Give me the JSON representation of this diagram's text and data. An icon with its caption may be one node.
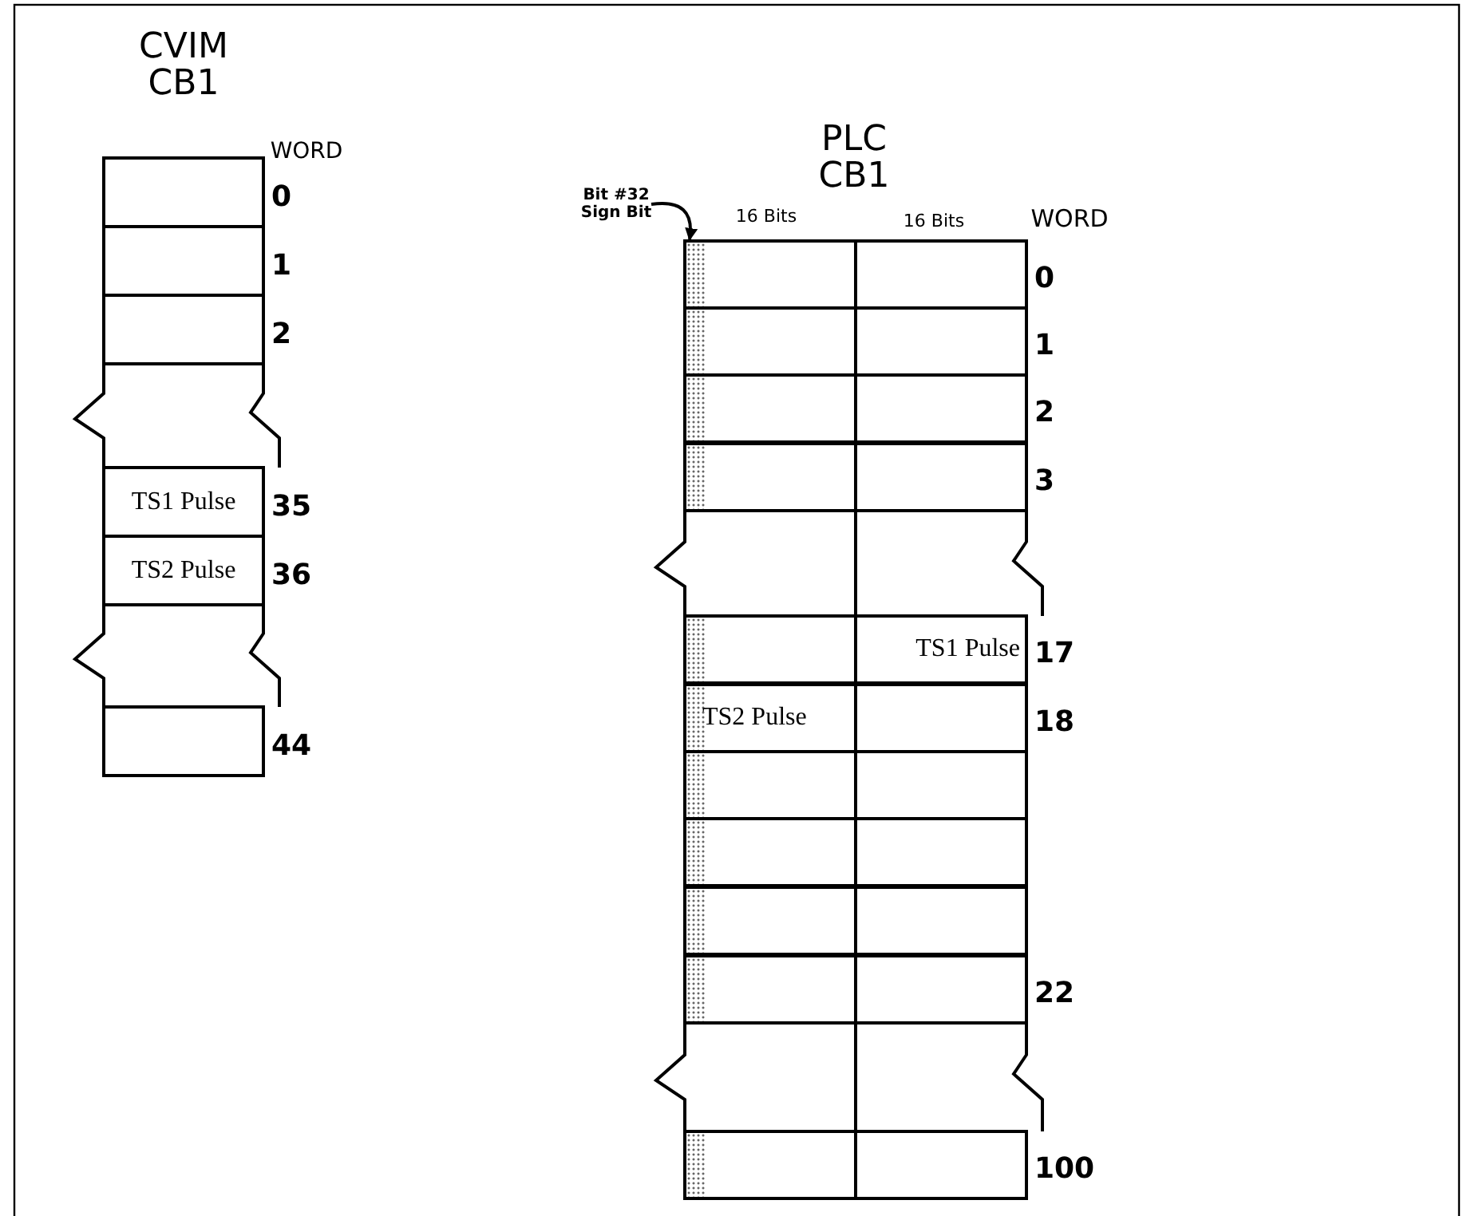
{
  "diagram": {
    "nodes": [
      {
        "text": [],
        "shape": "box",
        "beside": [
          "0"
        ]
      },
      {
        "text": [],
        "shape": "box",
        "beside": [
          "1"
        ]
      },
      {
        "text": [],
        "shape": "box",
        "beside": [
          "2"
        ]
      },
      {
        "text": [
          "TS1 Pulse"
        ],
        "beside": [
          "35"
        ]
      },
      {
        "text": [
          "TS2 Pulse"
        ],
        "beside": [
          "36"
        ]
      },
      {
        "text": [],
        "shape": "box",
        "beside": [
          "44"
        ]
      },
      {
        "text": [
          "Bit #32 Sign Bit"
        ]
      },
      {
        "text": [],
        "shape": "box"
      },
      {
        "text": [],
        "shape": "box",
        "beside": [
          "0"
        ]
      },
      {
        "text": [],
        "shape": "box"
      },
      {
        "text": [],
        "shape": "box",
        "beside": [
          "1"
        ]
      },
      {
        "text": [],
        "shape": "box"
      },
      {
        "text": [],
        "shape": "box",
        "beside": [
          "2"
        ]
      },
      {
        "text": [],
        "shape": "box"
      },
      {
        "text": [],
        "shape": "box",
        "beside": [
          "3"
        ]
      },
      {
        "text": [],
        "shape": "box"
      },
      {
        "text": [
          "TS1 Pulse"
        ],
        "beside": [
          "17"
        ]
      },
      {
        "text": [
          "TS2 Pulse"
        ]
      },
      {
        "text": [],
        "shape": "box",
        "beside": [
          "18"
        ]
      },
      {
        "text": [],
        "shape": "box"
      },
      {
        "text": [],
        "shape": "box"
      },
      {
        "text": [],
        "shape": "box"
      },
      {
        "text": [],
        "shape": "box"
      },
      {
        "text": [],
        "shape": "box"
      },
      {
        "text": [],
        "shape": "box"
      },
      {
        "text": [],
        "shape": "box"
      },
      {
        "text": [],
        "shape": "box",
        "beside": [
          "22"
        ]
      },
      {
        "text": [],
        "shape": "box"
      },
      {
        "text": [],
        "shape": "box",
        "beside": [
          "100"
        ]
      }
    ],
    "edges": [
      {
        "from": 6,
        "to": 7,
        "arrow": "to"
      }
    ],
    "labels": [
      "CVIM CB1",
      "WORD",
      "PLC CB1",
      "16 Bits",
      "16 Bits",
      "WORD"
    ]
  }
}
